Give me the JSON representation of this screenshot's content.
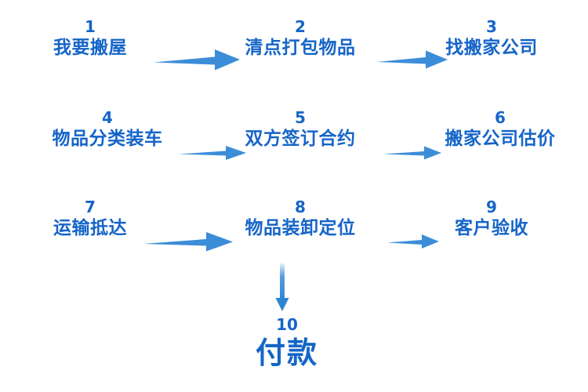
{
  "diagram": {
    "title_text": "",
    "colors": {
      "background": "#ffffff",
      "text_blue": "#1565c8",
      "arrow_blue": "#3c8dd8",
      "arrow_blue_dark": "#2f84d4"
    },
    "steps": [
      {
        "number": "1",
        "label": "我要搬屋"
      },
      {
        "number": "2",
        "label": "清点打包物品"
      },
      {
        "number": "3",
        "label": "找搬家公司"
      },
      {
        "number": "4",
        "label": "物品分类装车"
      },
      {
        "number": "5",
        "label": "双方签订合约"
      },
      {
        "number": "6",
        "label": "搬家公司估价"
      },
      {
        "number": "7",
        "label": "运输抵达"
      },
      {
        "number": "8",
        "label": "物品装卸定位"
      },
      {
        "number": "9",
        "label": "客户验收"
      },
      {
        "number": "10",
        "label": "付款"
      }
    ],
    "connectors": [
      {
        "name": "arrow-step1-to-step2",
        "direction": "right"
      },
      {
        "name": "arrow-step2-to-step3",
        "direction": "right"
      },
      {
        "name": "arrow-step4-to-step5",
        "direction": "right"
      },
      {
        "name": "arrow-step5-to-step6",
        "direction": "right"
      },
      {
        "name": "arrow-step7-to-step8",
        "direction": "right"
      },
      {
        "name": "arrow-step8-to-step9",
        "direction": "right"
      },
      {
        "name": "arrow-step8-to-step10",
        "direction": "down"
      }
    ]
  }
}
